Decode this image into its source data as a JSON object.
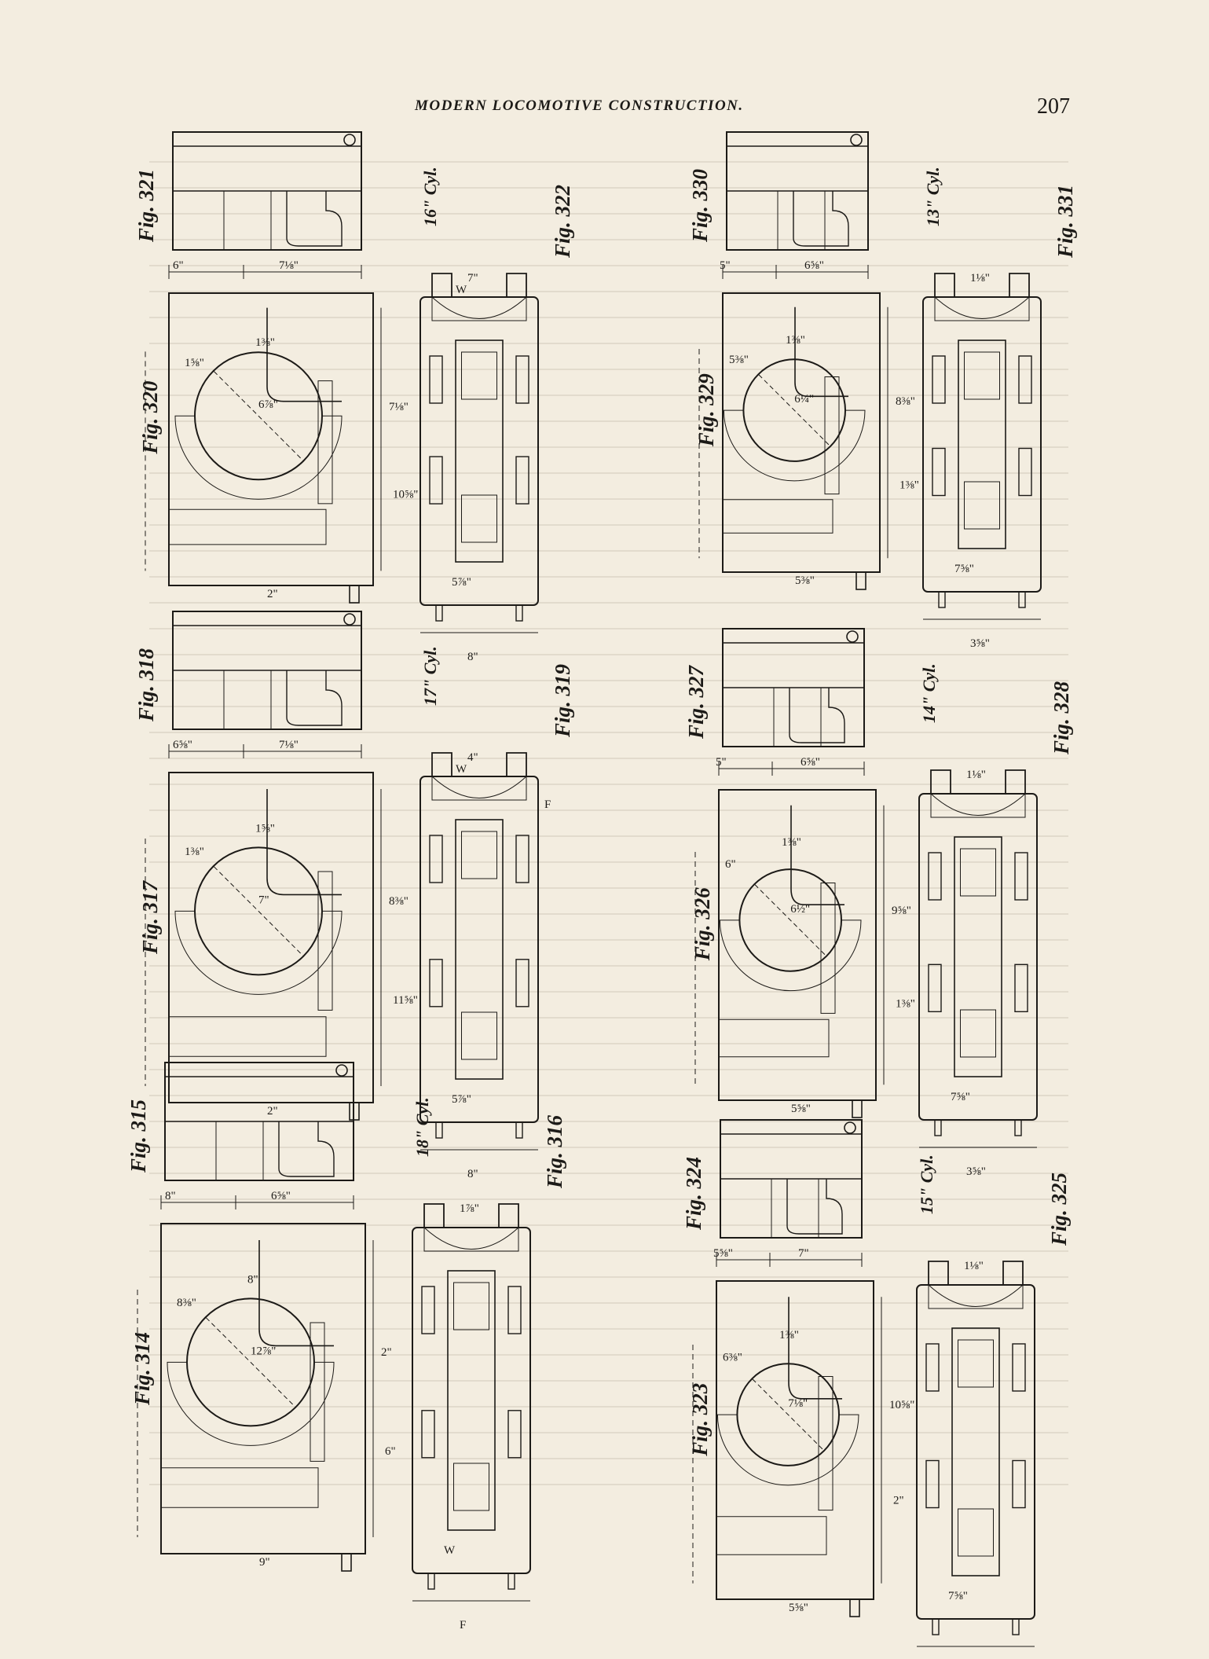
{
  "page": {
    "running_title": "MODERN LOCOMOTIVE CONSTRUCTION.",
    "page_number": "207"
  },
  "groups": [
    {
      "cylinder": "16\" Cyl.",
      "figures": [
        "Fig. 321",
        "Fig. 320",
        "Fig. 322"
      ],
      "dims": [
        "6\"",
        "7⅛\"",
        "7\"",
        "1⅜\"",
        "1⅝\"",
        "6⅞\"",
        "7⅛\"",
        "10⅝\"",
        "2\"",
        "5⅞\"",
        "8\"",
        "W"
      ]
    },
    {
      "cylinder": "17\" Cyl.",
      "figures": [
        "Fig. 318",
        "Fig. 317",
        "Fig. 319"
      ],
      "dims": [
        "6⅝\"",
        "7⅛\"",
        "4\"",
        "1⅝\"",
        "1⅜\"",
        "7\"",
        "8⅜\"",
        "11⅝\"",
        "2\"",
        "5⅞\"",
        "8\"",
        "W",
        "F"
      ]
    },
    {
      "cylinder": "18\" Cyl.",
      "figures": [
        "Fig. 315",
        "Fig. 314",
        "Fig. 316"
      ],
      "dims": [
        "8\"",
        "6⅝\"",
        "1⅞\"",
        "8\"",
        "8⅜\"",
        "12⅞\"",
        "2\"",
        "6\"",
        "9\"",
        "W",
        "F"
      ]
    },
    {
      "cylinder": "13\" Cyl.",
      "figures": [
        "Fig. 330",
        "Fig. 329",
        "Fig. 331"
      ],
      "dims": [
        "5\"",
        "6⅝\"",
        "1⅛\"",
        "1⅜\"",
        "5⅜\"",
        "6¼\"",
        "8⅜\"",
        "1⅜\"",
        "5⅜\"",
        "7⅝\"",
        "3⅝\""
      ]
    },
    {
      "cylinder": "14\" Cyl.",
      "figures": [
        "Fig. 327",
        "Fig. 326",
        "Fig. 328"
      ],
      "dims": [
        "5\"",
        "6⅝\"",
        "1⅛\"",
        "1⅜\"",
        "6\"",
        "6½\"",
        "9⅝\"",
        "1⅜\"",
        "5⅝\"",
        "7⅝\"",
        "3⅝\""
      ]
    },
    {
      "cylinder": "15\" Cyl.",
      "figures": [
        "Fig. 324",
        "Fig. 323",
        "Fig. 325"
      ],
      "dims": [
        "5⅝\"",
        "7\"",
        "1⅛\"",
        "1⅜\"",
        "6⅜\"",
        "7⅛\"",
        "10⅝\"",
        "2\"",
        "5⅝\"",
        "7⅝\"",
        "3⅝\""
      ]
    }
  ]
}
